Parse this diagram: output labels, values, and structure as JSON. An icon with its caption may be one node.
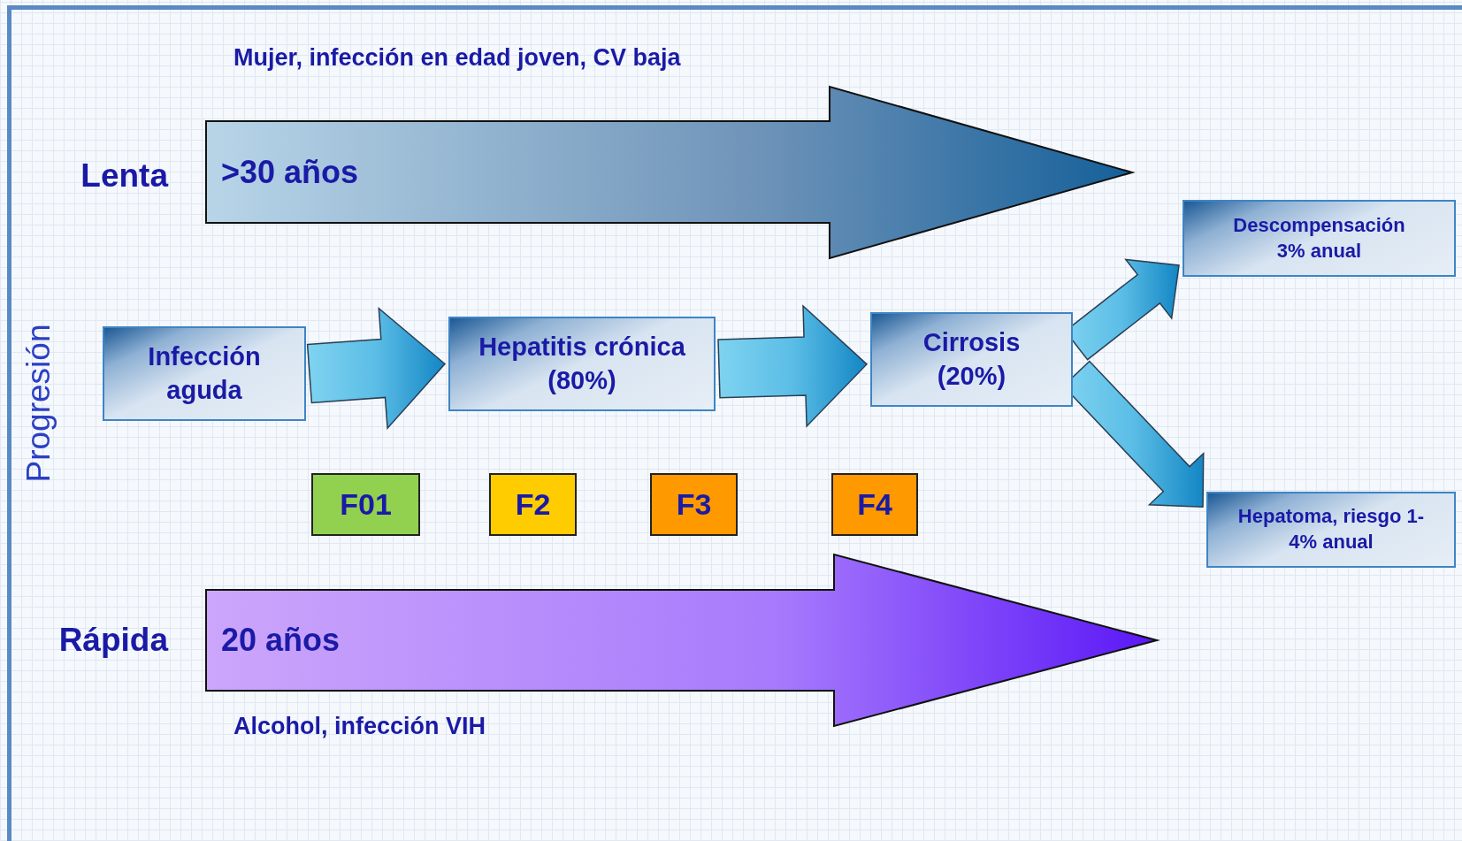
{
  "diagram": {
    "nodes": [
      {
        "text": [
          ">30 años"
        ],
        "beside": [
          "Mujer, infección en edad joven, CV baja"
        ]
      },
      {
        "text": [
          "Infección aguda"
        ]
      },
      {
        "text": [
          "Hepatitis crónica (80%)"
        ]
      },
      {
        "text": [
          "Cirrosis (20%)"
        ]
      },
      {
        "text": [
          "Descompensación 3% anual"
        ]
      },
      {
        "text": [
          "F01"
        ]
      },
      {
        "text": [
          "F2"
        ]
      },
      {
        "text": [
          "F3"
        ]
      },
      {
        "text": [
          "F4"
        ]
      },
      {
        "text": [
          "Hepatoma, riesgo 1-4% anual"
        ]
      },
      {
        "text": [
          "20 años"
        ],
        "beside": [
          "Alcohol, infección VIH"
        ]
      }
    ],
    "edges": [
      {
        "from": 1,
        "to": 2,
        "arrow": "to"
      },
      {
        "from": 2,
        "to": 3,
        "arrow": "to"
      },
      {
        "from": 3,
        "to": 4,
        "arrow": "to"
      },
      {
        "from": 3,
        "to": 9,
        "arrow": "to"
      }
    ],
    "labels": [
      "Lenta",
      "Progresión",
      "Rápida"
    ]
  }
}
